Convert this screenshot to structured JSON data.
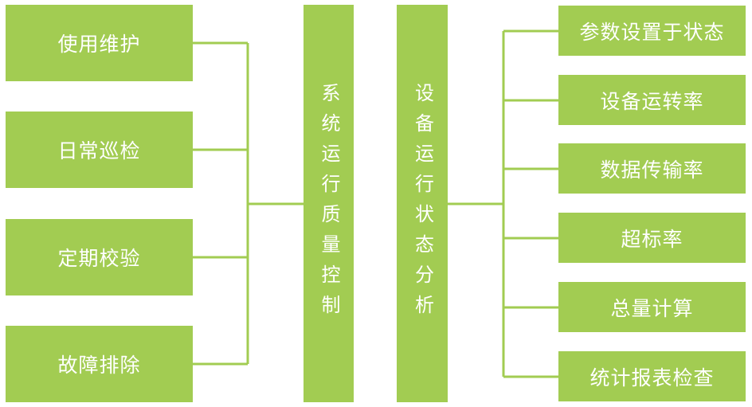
{
  "left_group": {
    "items": [
      "使用维护",
      "日常巡检",
      "定期校验",
      "故障排除"
    ]
  },
  "center": {
    "left_column": "系统运行质量控制",
    "right_column": "设备运行状态分析"
  },
  "right_group": {
    "items": [
      "参数设置于状态",
      "设备运转率",
      "数据传输率",
      "超标率",
      "总量计算",
      "统计报表检查"
    ]
  },
  "colors": {
    "box_fill": "#a2cc52",
    "connector": "#a2cc52",
    "text": "#ffffff"
  }
}
